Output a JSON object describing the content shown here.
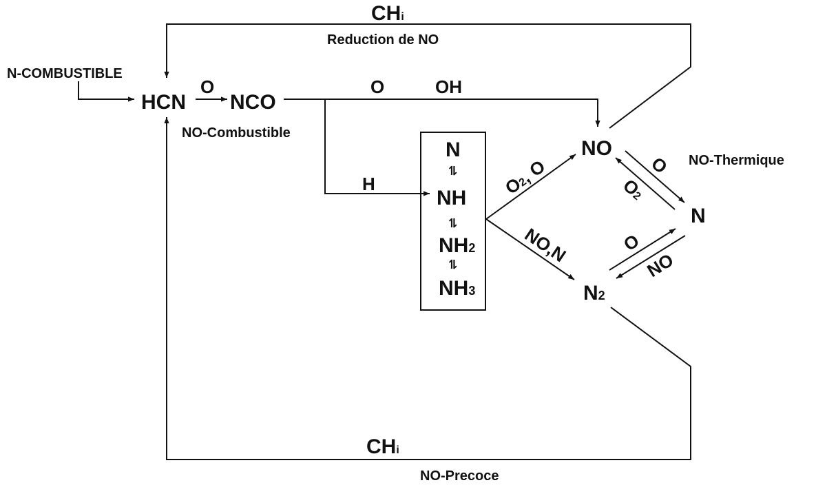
{
  "species": {
    "hcn": "HCN",
    "nco": "NCO",
    "no": "NO",
    "n": "N",
    "n2_main": "N",
    "n2_sub": "2",
    "box_n": "N",
    "box_nh": "NH",
    "box_nh2_main": "NH",
    "box_nh2_sub": "2",
    "box_nh3_main": "NH",
    "box_nh3_sub": "3"
  },
  "labels": {
    "n_combustible": "N-COMBUSTIBLE",
    "reduction_de_no": "Reduction de NO",
    "no_combustible": "NO-Combustible",
    "no_thermique": "NO-Thermique",
    "no_precoce": "NO-Precoce"
  },
  "reagents": {
    "chi_top_main": "CH",
    "chi_top_sub": "i",
    "chi_bottom_main": "CH",
    "chi_bottom_sub": "i",
    "o_hcn_nco": "O",
    "o_top": "O",
    "oh_top": "OH",
    "h_branch": "H",
    "o2_o_main": "O",
    "o2_o_sub": "2",
    "o2_o_tail": ", O",
    "no_n": "NO,N",
    "o_no_to_n": "O",
    "o2_n_to_no_main": "O",
    "o2_n_to_no_sub": "2",
    "o_n2_to_n": "O",
    "no_n_to_n2": "NO"
  },
  "equilibrium_symbol": "⇌"
}
